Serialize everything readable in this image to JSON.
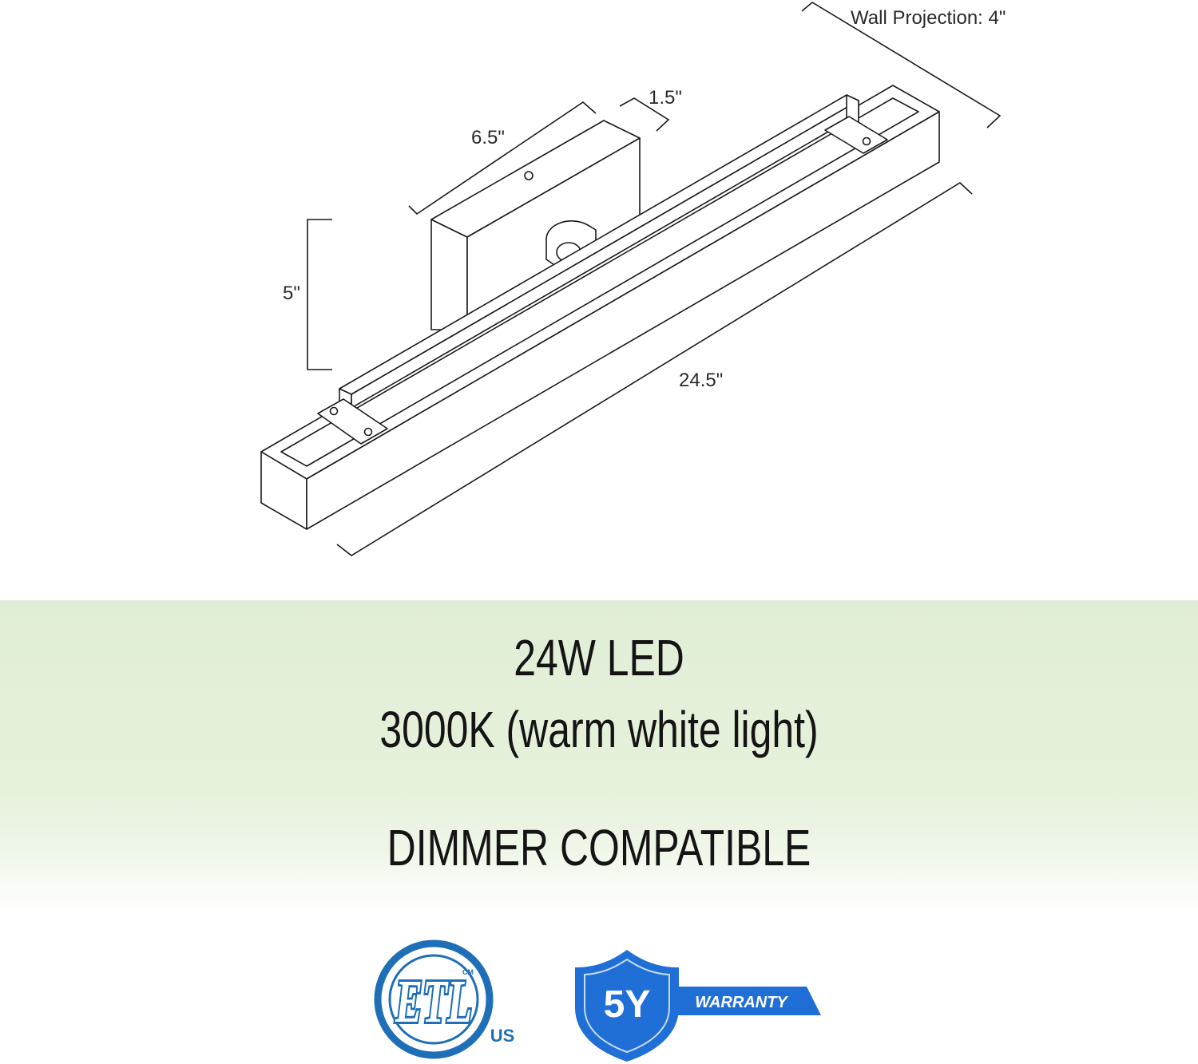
{
  "dimensions": {
    "wall_projection": "Wall Projection: 4\"",
    "backplate_width": "6.5\"",
    "backplate_depth": "1.5\"",
    "backplate_height": "5\"",
    "total_length": "24.5\""
  },
  "specs": {
    "power": "24W LED",
    "color_temp": "3000K (warm white light)",
    "dimmer": "DIMMER COMPATIBLE"
  },
  "certification": {
    "mark": "ETL",
    "cm": "CM",
    "region": "US",
    "color": "#1f6fb8"
  },
  "warranty": {
    "years": "5Y",
    "label": "WARRANTY",
    "color": "#1f6fd6"
  },
  "colors": {
    "line": "#1a1a1a",
    "band": "#e1eed7"
  }
}
